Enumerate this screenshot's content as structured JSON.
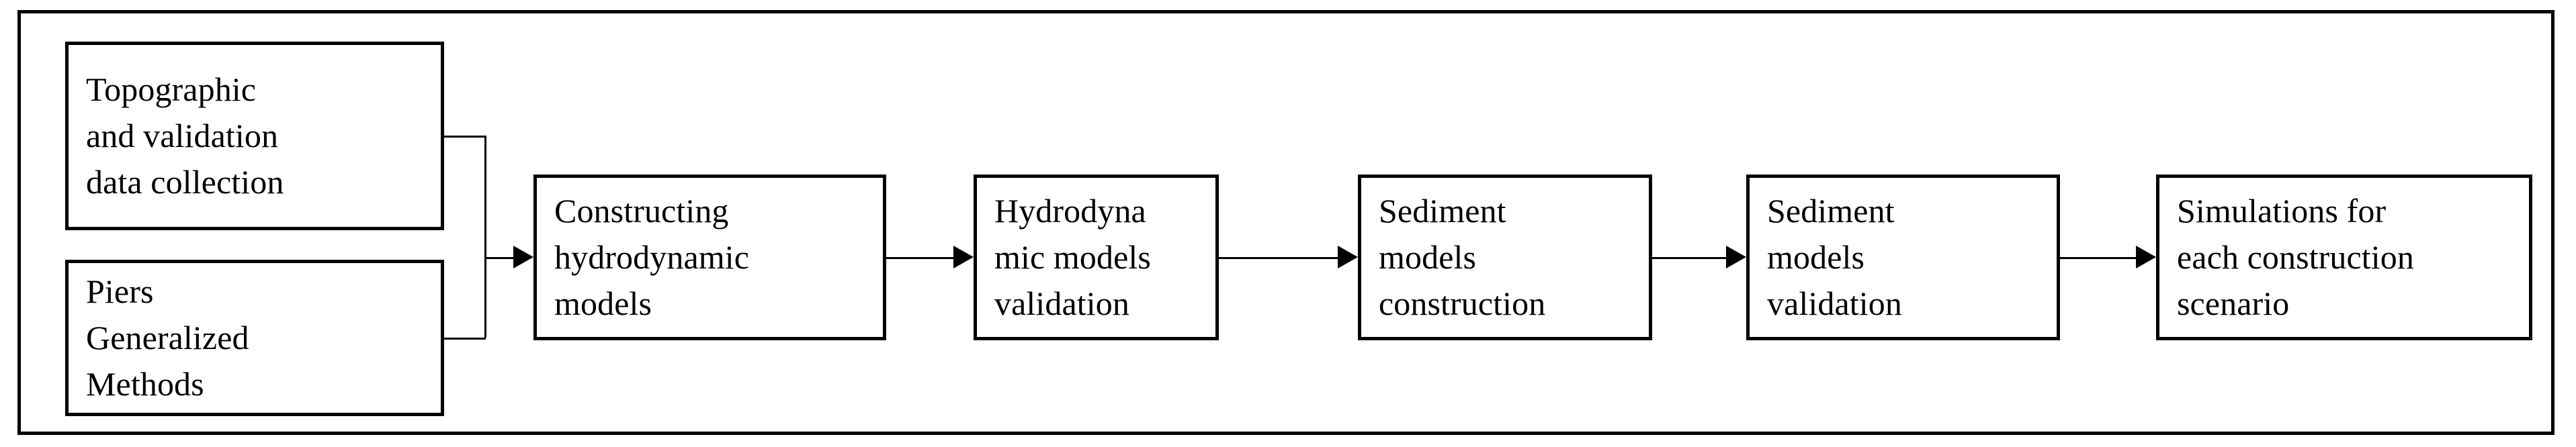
{
  "diagram": {
    "type": "flowchart",
    "orientation": "left-to-right",
    "frame": {
      "style": "rectangular-border",
      "color": "#000000"
    },
    "nodes": [
      {
        "id": "topographic",
        "label": "Topographic\nand validation\ndata collection"
      },
      {
        "id": "piers",
        "label": "Piers\nGeneralized\nMethods"
      },
      {
        "id": "constructing",
        "label": "Constructing\nhydrodynamic\nmodels"
      },
      {
        "id": "hydro_valid",
        "label": "Hydrodyna\nmic models\nvalidation"
      },
      {
        "id": "sed_construct",
        "label": "Sediment\nmodels\nconstruction"
      },
      {
        "id": "sed_valid",
        "label": "Sediment\nmodels\nvalidation"
      },
      {
        "id": "simulations",
        "label": "Simulations for\neach construction\nscenario"
      }
    ],
    "edges": [
      {
        "from": "topographic",
        "to": "constructing",
        "style": "merge-bracket",
        "arrow": true
      },
      {
        "from": "piers",
        "to": "constructing",
        "style": "merge-bracket",
        "arrow": true
      },
      {
        "from": "constructing",
        "to": "hydro_valid",
        "style": "straight",
        "arrow": true
      },
      {
        "from": "hydro_valid",
        "to": "sed_construct",
        "style": "straight",
        "arrow": true
      },
      {
        "from": "sed_construct",
        "to": "sed_valid",
        "style": "straight",
        "arrow": true
      },
      {
        "from": "sed_valid",
        "to": "simulations",
        "style": "straight",
        "arrow": true
      }
    ]
  }
}
